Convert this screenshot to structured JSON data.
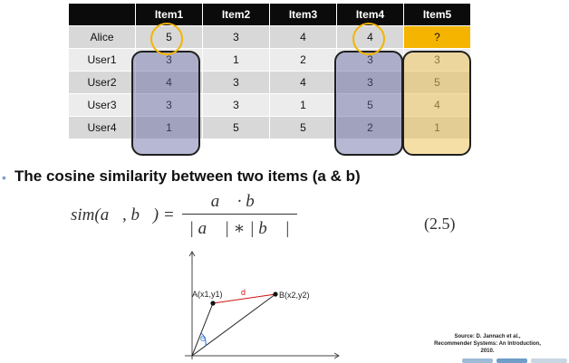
{
  "table": {
    "headers": [
      "Item1",
      "Item2",
      "Item3",
      "Item4",
      "Item5"
    ],
    "rows": [
      {
        "name": "Alice",
        "values": [
          "5",
          "3",
          "4",
          "4",
          "?"
        ]
      },
      {
        "name": "User1",
        "values": [
          "3",
          "1",
          "2",
          "3",
          "3"
        ]
      },
      {
        "name": "User2",
        "values": [
          "4",
          "3",
          "4",
          "3",
          "5"
        ]
      },
      {
        "name": "User3",
        "values": [
          "3",
          "3",
          "1",
          "5",
          "4"
        ]
      },
      {
        "name": "User4",
        "values": [
          "1",
          "5",
          "5",
          "2",
          "1"
        ]
      }
    ],
    "highlight_color": "#f4b400",
    "column_overlay_purple": "#5f64a0",
    "column_overlay_yellow": "#ecc45c"
  },
  "heading": "The cosine similarity between two items (a & b)",
  "formula": {
    "lhs": "sim(a⃗, b⃗) =",
    "numerator": "a⃗ · b⃗",
    "denominator": "| a⃗ | ∗ | b⃗ |",
    "equation_number": "(2.5)"
  },
  "diagram": {
    "point_a": "A(x1,y1)",
    "point_b": "B(x2,y2)",
    "distance_label": "d",
    "angle_label": "Θ",
    "distance_color": "#d01010",
    "angle_color": "#2a6fd0"
  },
  "source": {
    "line1": "Source:  D. Jannach et al.,",
    "line2": "Recommender Systems: An Introduction,",
    "line3": "2010."
  }
}
